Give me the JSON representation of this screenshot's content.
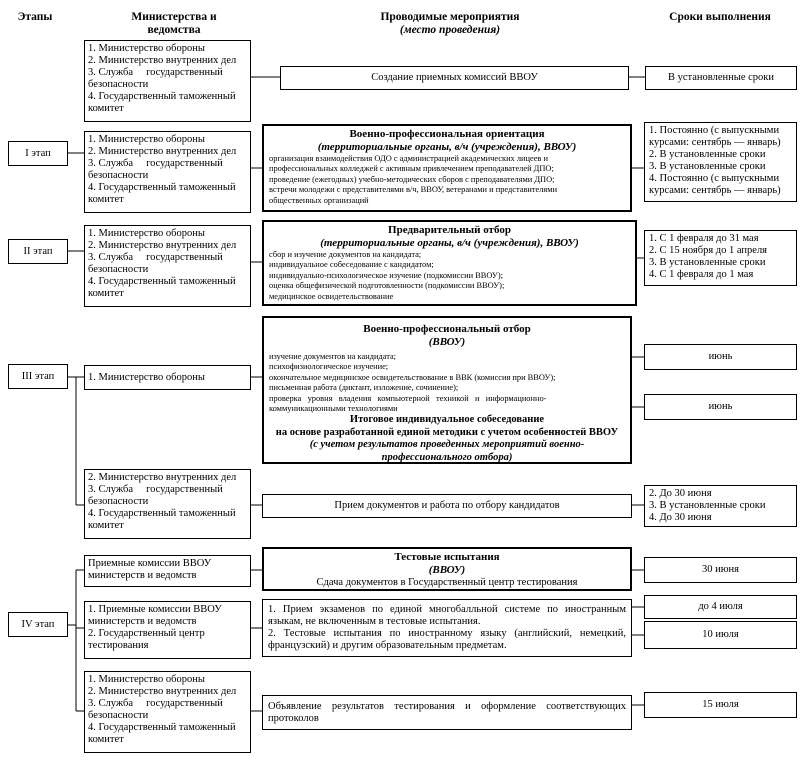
{
  "headers": {
    "stages": "Этапы",
    "ministries": "Министерства и ведомства",
    "activities": "Проводимые мероприятия",
    "activities_sub": "(место проведения)",
    "deadlines": "Сроки выполнения"
  },
  "stages": [
    "I этап",
    "II этап",
    "III этап",
    "IV этап"
  ],
  "ministries": {
    "m1": [
      "1. Министерство обороны",
      "2. Министерство внутренних дел",
      "3. Служба     государственный",
      "безопасности",
      "4. Государственный таможенный",
      "комитет"
    ],
    "m2": [
      "1. Министерство обороны",
      "2. Министерство внутренних дел",
      "3. Служба     государственный",
      "безопасности",
      "4. Государственный таможенный",
      "комитет"
    ],
    "m3": [
      "1. Министерство обороны",
      "2. Министерство внутренних дел",
      "3. Служба     государственный",
      "безопасности",
      "4. Государственный таможенный",
      "комитет"
    ],
    "m4": [
      "1. Министерство обороны"
    ],
    "m5": [
      "2. Министерство внутренних дел",
      "3. Служба     государственный",
      "безопасности",
      "4. Государственный таможенный",
      "комитет"
    ],
    "m6": [
      "Приемные комиссии ВВОУ",
      "министерств и ведомств"
    ],
    "m7": [
      "1. Приемные комиссии ВВОУ",
      "министерств и ведомств",
      "2. Государственный центр",
      "тестирования"
    ],
    "m8": [
      "1. Министерство обороны",
      "2. Министерство внутренних дел",
      "3. Служба     государственный",
      "безопасности",
      "4. Государственный таможенный",
      "комитет"
    ]
  },
  "activities": {
    "a1": "Создание приемных комиссий ВВОУ",
    "a2": {
      "title": "Военно-профессиональная ориентация",
      "sub": "(территориальные органы, в/ч (учреждения), ВВОУ)",
      "items": [
        "организация взаимодействия ОДО с администрацией академических лицеев и",
        "профессиональных колледжей с активным привлечением преподавателей ДПО;",
        "проведение (ежегодных) учебно-методических сборов с преподавателями ДПО;",
        "встречи молодежи с представителями в/ч, ВВОУ, ветеранами и представителями",
        "общественных организаций"
      ]
    },
    "a3": {
      "title": "Предварительный отбор",
      "sub": "(территориальные органы, в/ч (учреждения), ВВОУ)",
      "items": [
        "сбор и изучение документов на кандидата;",
        "индивидуальное собеседование с кандидатом;",
        "индивидуально-психологическое изучение (подкомиссии ВВОУ);",
        "оценка общефизической подготовленности (подкомиссии ВВОУ);",
        "медицинское освидетельствование"
      ]
    },
    "a4": {
      "title": "Военно-профессиональный отбор",
      "sub": "(ВВОУ)",
      "items": [
        "изучение документов на кандидата;",
        "психофизиологическое изучение;",
        "окончательное медицинское освидетельствование в ВВК (комиссия при ВВОУ);",
        "письменная работа (диктант, изложение, сочинение);",
        "проверка   уровня   владения   компьютерной   техникой   и   информационно-",
        "коммуникационными технологиями"
      ],
      "final_title_1": "Итоговое индивидуальное собеседование",
      "final_title_2": "на основе разработанной единой методики с учетом особенностей ВВОУ",
      "final_sub_1": "(с учетом результатов проведенных мероприятий военно-",
      "final_sub_2": "профессионального отбора)"
    },
    "a5": "Прием документов и работа по отбору кандидатов",
    "a6": {
      "title": "Тестовые испытания",
      "sub": "(ВВОУ)",
      "text": "Сдача документов в Государственный центр тестирования"
    },
    "a7": {
      "p1": "1. Прием экзаменов по единой многобалльной системе по иностранным языкам, не включенным в тестовые испытания.",
      "p2": "2. Тестовые испытания по иностранному языку (английский, немецкий, французский) и другим образовательным предметам."
    },
    "a8": "Объявление результатов тестирования и оформление соответствующих протоколов"
  },
  "deadlines": {
    "d1": "В установленные сроки",
    "d2": [
      "1. Постоянно (с выпускными",
      "курсами: сентябрь — январь)",
      "2. В установленные сроки",
      "3. В установленные сроки",
      "4. Постоянно (с выпускными",
      "курсами: сентябрь — январь)"
    ],
    "d3": [
      "1. С 1 февраля до 31 мая",
      "2. С 15 ноября до 1 апреля",
      "3. В установленные сроки",
      "4. С 1 февраля до 1 мая"
    ],
    "d4": "июнь",
    "d5": "июнь",
    "d6": [
      "2. До 30 июня",
      "3. В установленные сроки",
      "4. До 30 июня"
    ],
    "d7": "30 июня",
    "d8": "до 4 июля",
    "d9": "10 июля",
    "d10": "15 июля"
  }
}
